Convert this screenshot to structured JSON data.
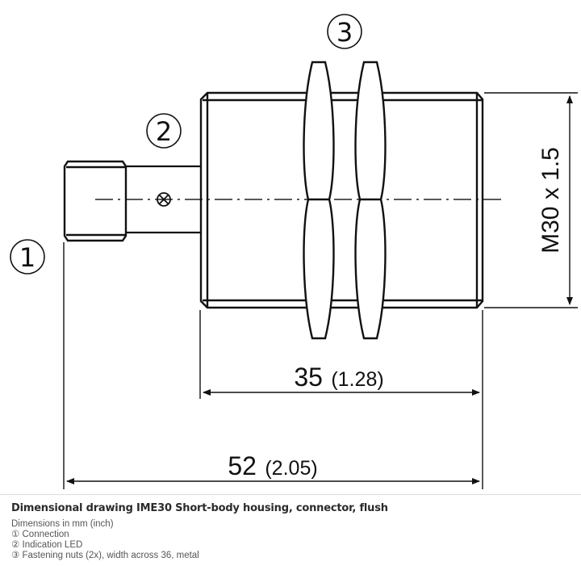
{
  "drawing": {
    "callouts": [
      "①",
      "②",
      "③"
    ],
    "thread_label": "M30 x 1.5",
    "dim_body": {
      "value": "35",
      "inch": "(1.28)"
    },
    "dim_total": {
      "value": "52",
      "inch": "(2.05)"
    }
  },
  "caption": {
    "title": "Dimensional drawing IME30 Short-body housing, connector, flush",
    "units": "Dimensions in mm (inch)",
    "items": [
      "① Connection",
      "② Indication LED",
      "③ Fastening nuts (2x), width across 36, metal"
    ]
  }
}
